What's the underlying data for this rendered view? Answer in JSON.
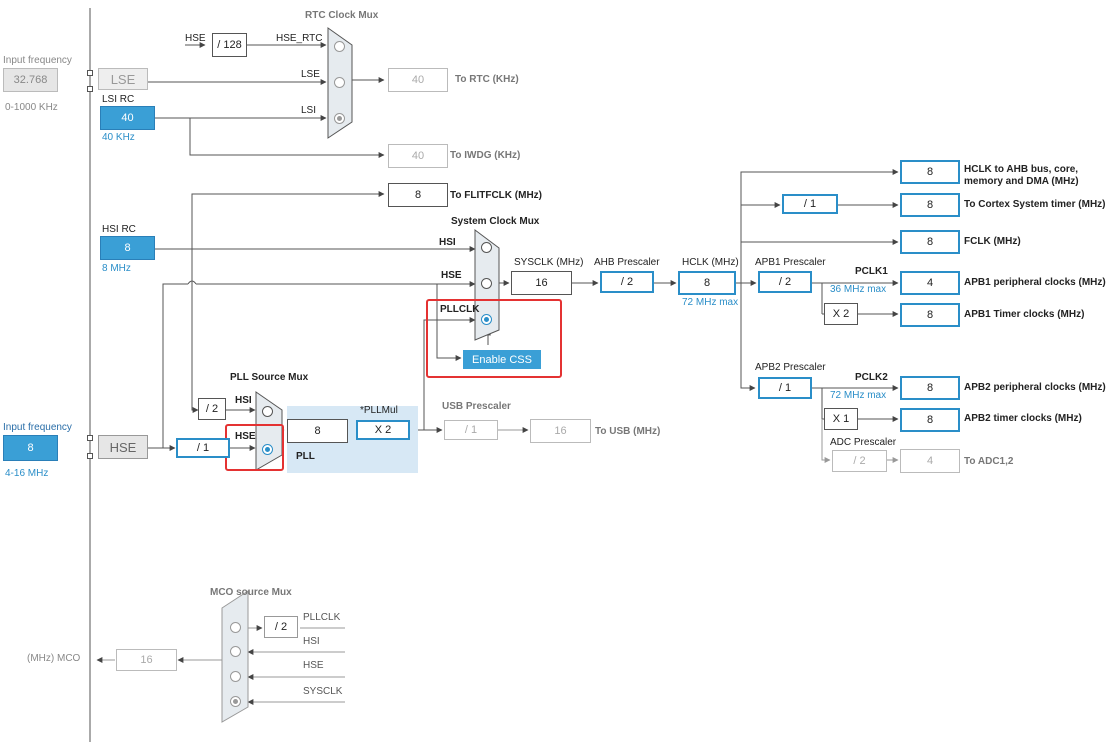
{
  "rtc_mux": {
    "title": "RTC Clock Mux",
    "hse_label": "HSE",
    "div": "/ 128",
    "hse_rtc": "HSE_RTC",
    "lse_label": "LSE",
    "lsi_label": "LSI"
  },
  "to_rtc": {
    "value": "40",
    "label": "To RTC (KHz)"
  },
  "to_iwdg": {
    "value": "40",
    "label": "To IWDG (KHz)"
  },
  "lse_input": {
    "heading": "Input frequency",
    "value": "32.768",
    "range": "0-1000 KHz",
    "name": "LSE"
  },
  "lsi_rc": {
    "heading": "LSI RC",
    "value": "40",
    "freq": "40 KHz"
  },
  "flitf": {
    "value": "8",
    "label": "To FLITFCLK (MHz)"
  },
  "hsi_rc": {
    "heading": "HSI RC",
    "value": "8",
    "freq": "8 MHz"
  },
  "sys_mux": {
    "title": "System Clock Mux",
    "hsi": "HSI",
    "hse": "HSE",
    "pllclk": "PLLCLK",
    "enable_css": "Enable CSS"
  },
  "sysclk": {
    "label": "SYSCLK (MHz)",
    "value": "16"
  },
  "ahb": {
    "label": "AHB Prescaler",
    "value": "/ 2"
  },
  "hclk": {
    "label": "HCLK (MHz)",
    "value": "8",
    "max": "72 MHz max"
  },
  "outputs": {
    "hclk_ahb": {
      "value": "8",
      "label": "HCLK to AHB bus, core, memory and DMA (MHz)"
    },
    "cortex": {
      "div": "/ 1",
      "value": "8",
      "label": "To Cortex System timer (MHz)"
    },
    "fclk": {
      "value": "8",
      "label": "FCLK (MHz)"
    },
    "apb1_periph": {
      "value": "4",
      "label": "APB1 peripheral clocks (MHz)"
    },
    "apb1_timer": {
      "mult": "X 2",
      "value": "8",
      "label": "APB1 Timer clocks (MHz)"
    },
    "apb2_periph": {
      "value": "8",
      "label": "APB2 peripheral clocks (MHz)"
    },
    "apb2_timer": {
      "mult": "X 1",
      "value": "8",
      "label": "APB2 timer clocks (MHz)"
    },
    "adc": {
      "title": "ADC Prescaler",
      "div": "/ 2",
      "value": "4",
      "label": "To ADC1,2"
    }
  },
  "apb1": {
    "label": "APB1 Prescaler",
    "value": "/ 2",
    "pclk": "PCLK1",
    "max": "36 MHz max"
  },
  "apb2": {
    "label": "APB2 Prescaler",
    "value": "/ 1",
    "pclk": "PCLK2",
    "max": "72 MHz max"
  },
  "pll_src": {
    "title": "PLL Source Mux",
    "hsi_div": "/ 2",
    "hsi": "HSI",
    "hse": "HSE"
  },
  "hse_input": {
    "heading": "Input frequency",
    "value": "8",
    "range": "4-16 MHz",
    "name": "HSE",
    "prediv": "/ 1"
  },
  "pll": {
    "in_value": "8",
    "mul_label": "*PLLMul",
    "mul_value": "X 2",
    "name": "PLL"
  },
  "usb": {
    "title": "USB Prescaler",
    "div": "/ 1",
    "value": "16",
    "label": "To USB (MHz)"
  },
  "mco": {
    "title": "MCO source Mux",
    "div": "/ 2",
    "pllclk": "PLLCLK",
    "hsi": "HSI",
    "hse": "HSE",
    "sysclk": "SYSCLK",
    "value": "16",
    "label": "(MHz) MCO"
  },
  "colors": {
    "accent": "#2a8ec8",
    "fill": "#3a9fd6",
    "highlight": "#e43232",
    "pll_bg": "#d7e8f5"
  }
}
